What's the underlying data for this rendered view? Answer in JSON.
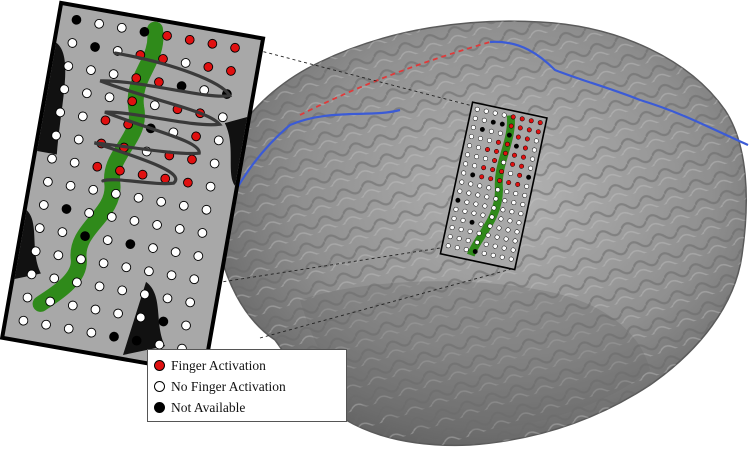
{
  "legend": {
    "items": [
      {
        "label": "Finger Activation",
        "color": "#e01010"
      },
      {
        "label": "No Finger Activation",
        "color": "#ffffff"
      },
      {
        "label": "Not Available",
        "color": "#000000"
      }
    ]
  },
  "colors": {
    "brain": "#8a8a8a",
    "sulcus_line": "#3b5bd6",
    "dashed_sulcus": "#e03a3a",
    "sensorimotor_region": "#2f8a1a",
    "grid_panel": "#a8a8a8",
    "grid_border": "#000000"
  }
}
